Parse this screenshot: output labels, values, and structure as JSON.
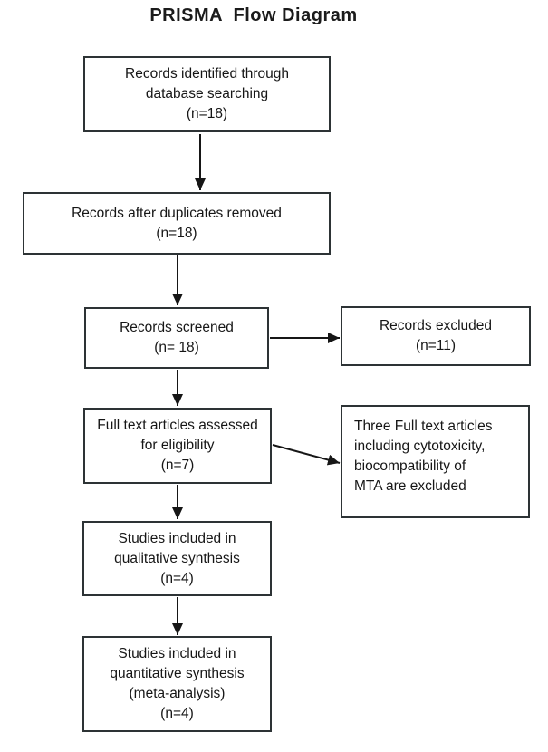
{
  "title": "PRISMA  Flow Diagram",
  "flow_boxes": [
    {
      "name": "records-identified",
      "text": "Records identified through\ndatabase searching\n(n=18)"
    },
    {
      "name": "records-after-duplicates",
      "text": "Records after duplicates removed\n(n=18)"
    },
    {
      "name": "records-screened",
      "text": "Records screened\n(n= 18)"
    },
    {
      "name": "records-excluded",
      "text": "Records excluded\n(n=11)"
    },
    {
      "name": "fulltext-assessed",
      "text": "Full text articles assessed\nfor eligibility\n(n=7)"
    },
    {
      "name": "fulltext-excluded",
      "text": "Three Full text articles\nincluding cytotoxicity,\nbiocompatibility of\nMTA are excluded"
    },
    {
      "name": "qualitative-synthesis",
      "text": "Studies included in\nqualitative synthesis\n(n=4)"
    },
    {
      "name": "quantitative-synthesis",
      "text": "Studies included in\nquantitative synthesis\n(meta-analysis)\n(n=4)"
    }
  ],
  "colors": {
    "box_border": "#2d3335",
    "text": "#161616",
    "background": "#ffffff"
  }
}
